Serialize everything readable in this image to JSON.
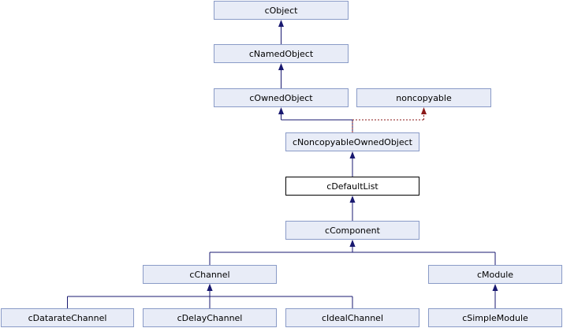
{
  "diagram": {
    "nodes": [
      {
        "id": "cObject",
        "label": "cObject",
        "current": false
      },
      {
        "id": "cNamedObject",
        "label": "cNamedObject",
        "current": false
      },
      {
        "id": "cOwnedObject",
        "label": "cOwnedObject",
        "current": false
      },
      {
        "id": "noncopyable",
        "label": "noncopyable",
        "current": false
      },
      {
        "id": "cNoncopyableOwnedObject",
        "label": "cNoncopyableOwnedObject",
        "current": false
      },
      {
        "id": "cDefaultList",
        "label": "cDefaultList",
        "current": true
      },
      {
        "id": "cComponent",
        "label": "cComponent",
        "current": false
      },
      {
        "id": "cChannel",
        "label": "cChannel",
        "current": false
      },
      {
        "id": "cModule",
        "label": "cModule",
        "current": false
      },
      {
        "id": "cDatarateChannel",
        "label": "cDatarateChannel",
        "current": false
      },
      {
        "id": "cDelayChannel",
        "label": "cDelayChannel",
        "current": false
      },
      {
        "id": "cIdealChannel",
        "label": "cIdealChannel",
        "current": false
      },
      {
        "id": "cSimpleModule",
        "label": "cSimpleModule",
        "current": false
      }
    ],
    "edges": [
      {
        "from": "cNamedObject",
        "to": "cObject",
        "style": "public"
      },
      {
        "from": "cOwnedObject",
        "to": "cNamedObject",
        "style": "public"
      },
      {
        "from": "cNoncopyableOwnedObject",
        "to": "cOwnedObject",
        "style": "public"
      },
      {
        "from": "cNoncopyableOwnedObject",
        "to": "noncopyable",
        "style": "private"
      },
      {
        "from": "cDefaultList",
        "to": "cNoncopyableOwnedObject",
        "style": "public"
      },
      {
        "from": "cComponent",
        "to": "cDefaultList",
        "style": "public"
      },
      {
        "from": "cChannel",
        "to": "cComponent",
        "style": "public"
      },
      {
        "from": "cModule",
        "to": "cComponent",
        "style": "public"
      },
      {
        "from": "cDatarateChannel",
        "to": "cChannel",
        "style": "public"
      },
      {
        "from": "cDelayChannel",
        "to": "cChannel",
        "style": "public"
      },
      {
        "from": "cIdealChannel",
        "to": "cChannel",
        "style": "public"
      },
      {
        "from": "cSimpleModule",
        "to": "cModule",
        "style": "public"
      }
    ],
    "colors": {
      "public_edge": "#191970",
      "private_edge": "#8b1a1a"
    }
  }
}
